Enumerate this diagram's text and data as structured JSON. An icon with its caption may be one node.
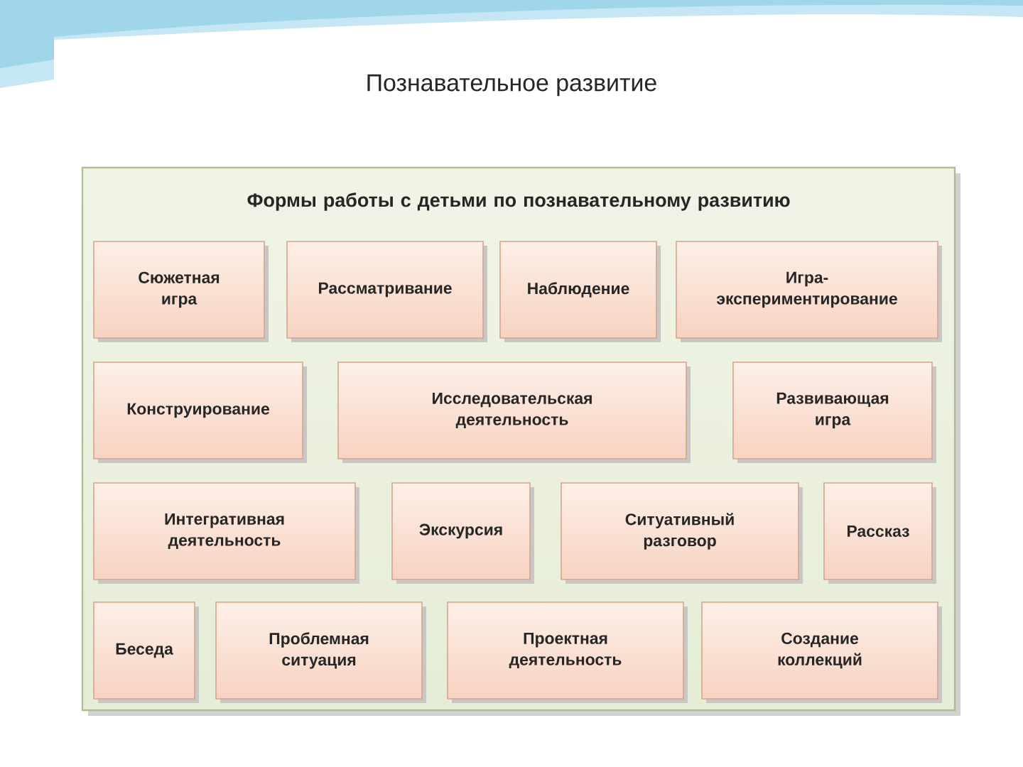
{
  "diagram": {
    "title": "Познавательное развитие",
    "nodes": [
      {
        "text": [
          "Формы работы с детьми по познавательному развитию"
        ]
      },
      {
        "text": [
          "Сюжетная игра"
        ],
        "in": 0
      },
      {
        "text": [
          "Рассматривание"
        ],
        "in": 0
      },
      {
        "text": [
          "Наблюдение"
        ],
        "in": 0
      },
      {
        "text": [
          "Игра- экспериментирование"
        ],
        "in": 0
      },
      {
        "text": [
          "Конструирование"
        ],
        "in": 0
      },
      {
        "text": [
          "Исследовательская деятельность"
        ],
        "in": 0
      },
      {
        "text": [
          "Развивающая игра"
        ],
        "in": 0
      },
      {
        "text": [
          "Интегративная деятельность"
        ],
        "in": 0
      },
      {
        "text": [
          "Экскурсия"
        ],
        "in": 0
      },
      {
        "text": [
          "Ситуативный разговор"
        ],
        "in": 0
      },
      {
        "text": [
          "Рассказ"
        ],
        "in": 0
      },
      {
        "text": [
          "Беседа"
        ],
        "in": 0
      },
      {
        "text": [
          "Проблемная ситуация"
        ],
        "in": 0
      },
      {
        "text": [
          "Проектная деятельность"
        ],
        "in": 0
      },
      {
        "text": [
          "Создание коллекций"
        ],
        "in": 0
      }
    ]
  }
}
